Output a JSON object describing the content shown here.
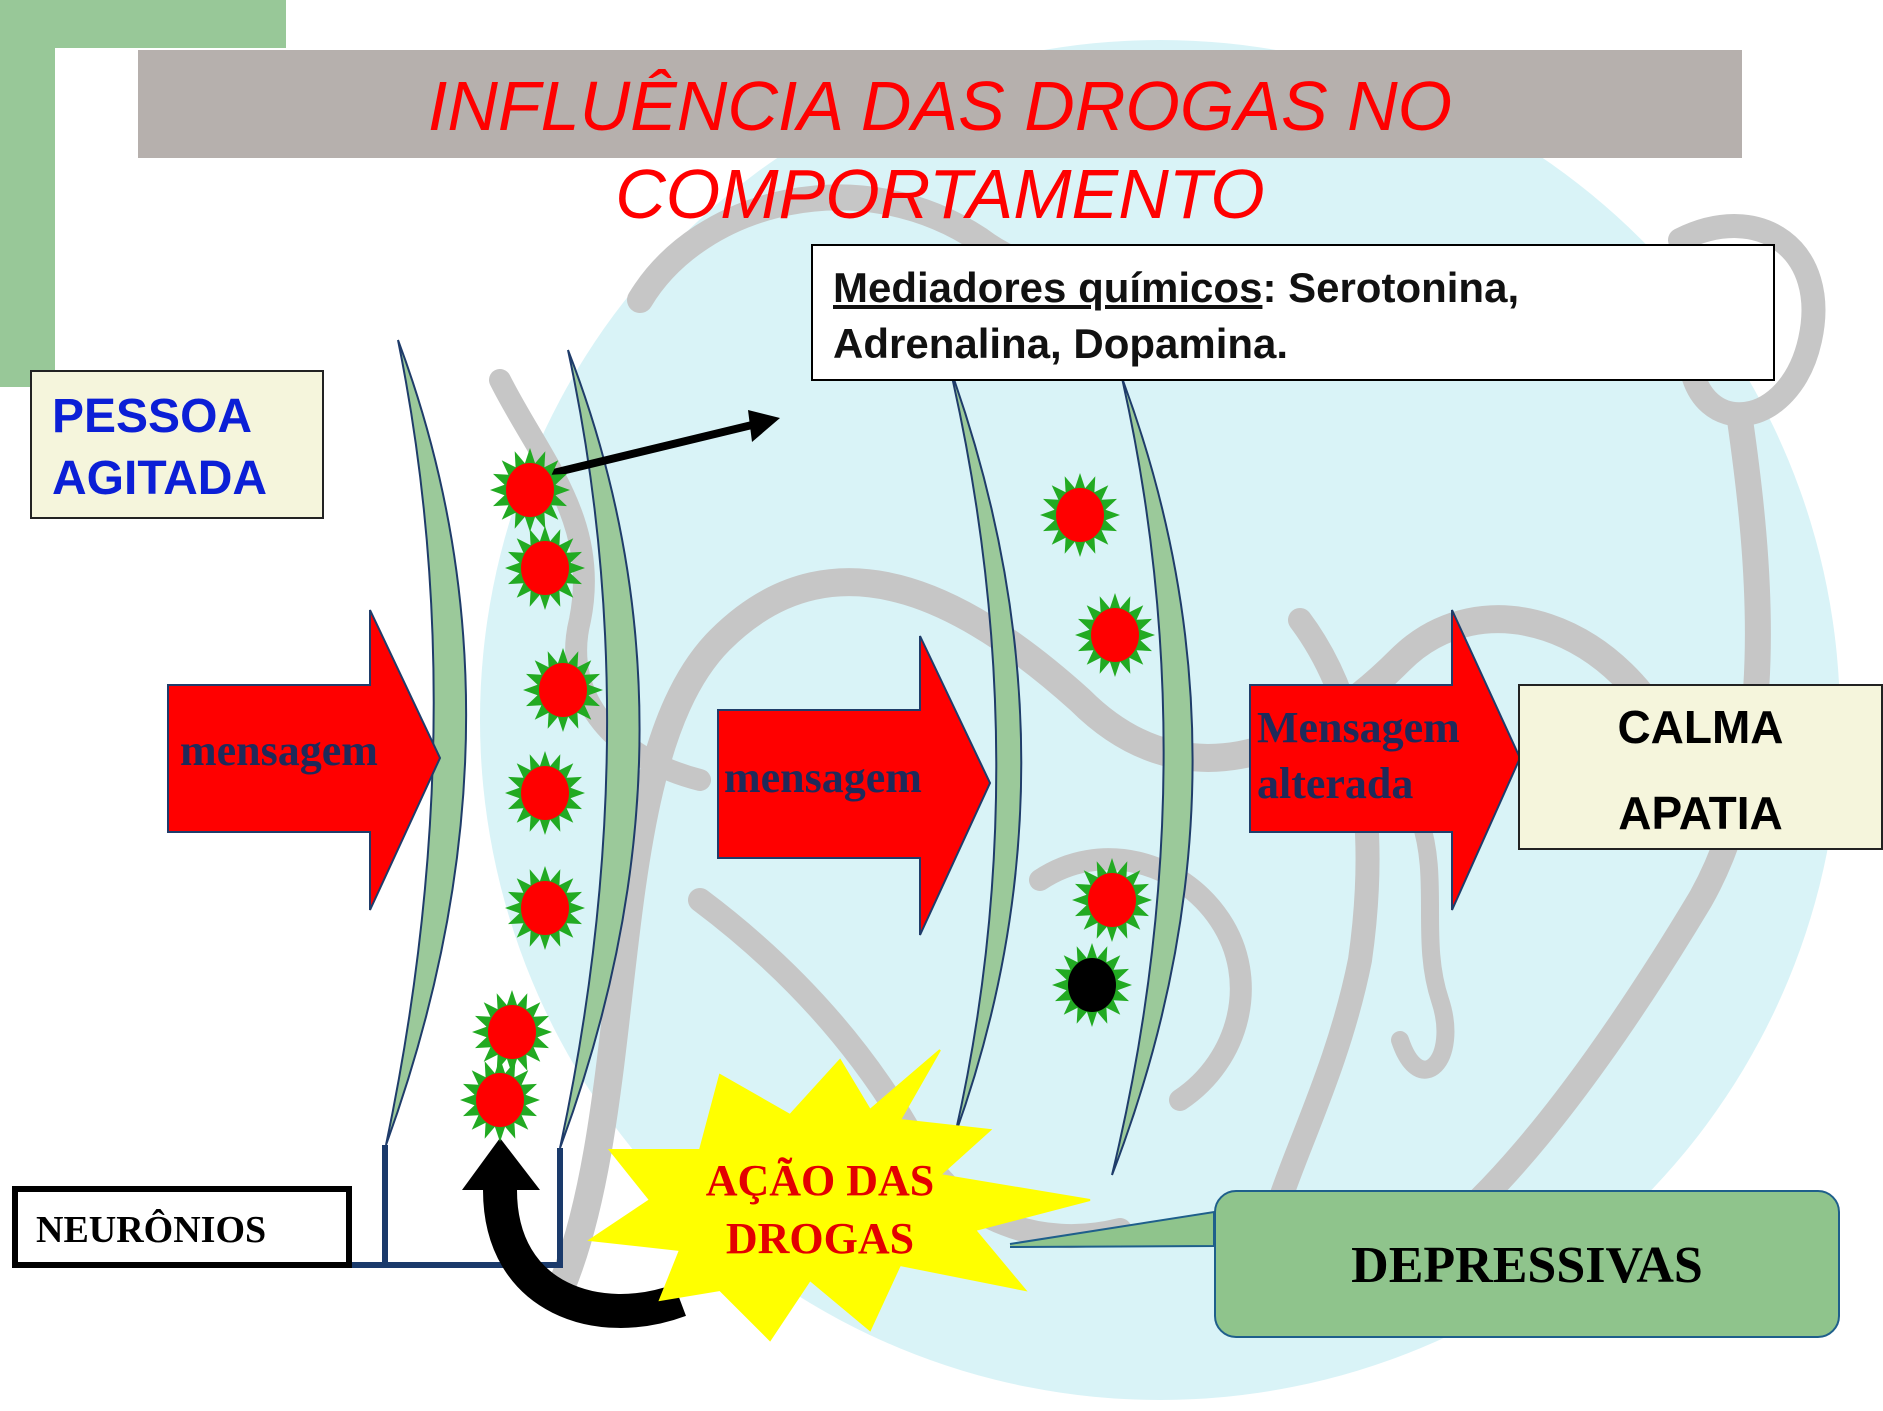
{
  "title": "INFLUÊNCIA DAS DROGAS NO COMPORTAMENTO",
  "title_lines": [
    "INFLUÊNCIA DAS DROGAS NO",
    "COMPORTAMENTO"
  ],
  "mediators": {
    "label": "Mediadores químicos",
    "text": ": Serotonina, Adrenalina, Dopamina."
  },
  "person_state": [
    "PESSOA",
    "AGITADA"
  ],
  "arrows": {
    "first": "mensagem",
    "second": "mensagem",
    "third_lines": [
      "Mensagem",
      "alterada"
    ]
  },
  "result": {
    "line1": "CALMA",
    "line2": "APATIA"
  },
  "neurons_label": "NEURÔNIOS",
  "drug_action_lines": [
    "AÇÃO DAS",
    "DROGAS"
  ],
  "drug_type": "DEPRESSIVAS",
  "colors": {
    "title_band": "#b6b0ad",
    "title_text": "#ff0000",
    "arrow_fill": "#ff0000",
    "arrow_text": "#1f2a5a",
    "membrane": "#9bc99a",
    "mediator_dot": "#ff0000",
    "blocked_dot": "#000000",
    "burst": "#ffff00",
    "background_globe": "#d9f3f7",
    "pale_box": "#f5f5dc",
    "depressive_box": "#8fc48c",
    "accent_green": "#98c898"
  }
}
